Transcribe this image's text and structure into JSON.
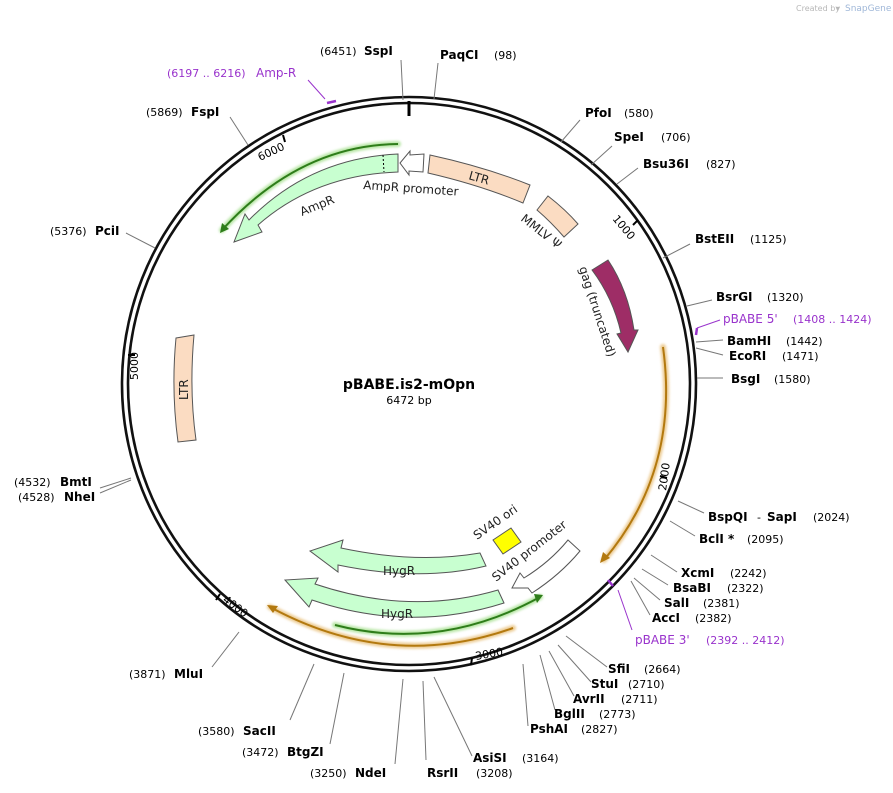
{
  "watermark": {
    "prefix": "Created by",
    "brand": "SnapGene"
  },
  "plasmid": {
    "name": "pBABE.is2-mOpn",
    "size_label": "6472 bp"
  },
  "enzymes": [
    {
      "name": "SspI",
      "pos": "(6451)"
    },
    {
      "name": "PaqCI",
      "pos": "(98)"
    },
    {
      "name": "PfoI",
      "pos": "(580)"
    },
    {
      "name": "SpeI",
      "pos": "(706)"
    },
    {
      "name": "Bsu36I",
      "pos": "(827)"
    },
    {
      "name": "BstEII",
      "pos": "(1125)"
    },
    {
      "name": "BsrGI",
      "pos": "(1320)"
    },
    {
      "name": "BamHI",
      "pos": "(1442)"
    },
    {
      "name": "EcoRI",
      "pos": "(1471)"
    },
    {
      "name": "BsgI",
      "pos": "(1580)"
    },
    {
      "name": "BspQI",
      "pos": "(2024)"
    },
    {
      "name": "SapI",
      "pos": ""
    },
    {
      "name": "BclI *",
      "pos": "(2095)"
    },
    {
      "name": "XcmI",
      "pos": "(2242)"
    },
    {
      "name": "BsaBI",
      "pos": "(2322)"
    },
    {
      "name": "SalI",
      "pos": "(2381)"
    },
    {
      "name": "AccI",
      "pos": "(2382)"
    },
    {
      "name": "SfiI",
      "pos": "(2664)"
    },
    {
      "name": "StuI",
      "pos": "(2710)"
    },
    {
      "name": "AvrII",
      "pos": "(2711)"
    },
    {
      "name": "BglII",
      "pos": "(2773)"
    },
    {
      "name": "PshAI",
      "pos": "(2827)"
    },
    {
      "name": "AsiSI",
      "pos": "(3164)"
    },
    {
      "name": "RsrII",
      "pos": "(3208)"
    },
    {
      "name": "NdeI",
      "pos": "(3250)"
    },
    {
      "name": "BtgZI",
      "pos": "(3472)"
    },
    {
      "name": "SacII",
      "pos": "(3580)"
    },
    {
      "name": "MluI",
      "pos": "(3871)"
    },
    {
      "name": "BmtI",
      "pos": "(4532)"
    },
    {
      "name": "NheI",
      "pos": "(4528)"
    },
    {
      "name": "PciI",
      "pos": "(5376)"
    },
    {
      "name": "FspI",
      "pos": "(5869)"
    }
  ],
  "bspqi_dash": "-",
  "primers": [
    {
      "name": "Amp-R",
      "range": "(6197 .. 6216)"
    },
    {
      "name": "pBABE 5'",
      "range": "(1408 .. 1424)"
    },
    {
      "name": "pBABE 3'",
      "range": "(2392 .. 2412)"
    }
  ],
  "features": [
    {
      "name": "LTR"
    },
    {
      "name": "MMLV Ψ"
    },
    {
      "name": "gag (truncated)"
    },
    {
      "name": "SV40 ori"
    },
    {
      "name": "SV40 promoter"
    },
    {
      "name": "HygR"
    },
    {
      "name": "HygR"
    },
    {
      "name": "LTR"
    },
    {
      "name": "AmpR"
    },
    {
      "name": "AmpR promoter"
    }
  ],
  "ticks": [
    "1000",
    "2000",
    "3000",
    "4000",
    "5000",
    "6000"
  ],
  "colors": {
    "ltr": "#fbdcc2",
    "gag": "#9e2d66",
    "sv40_ori": "#ffff00",
    "hygr": "#c8ffd0",
    "ampr": "#c8ffd0",
    "promoter": "#ffffff",
    "orf_orange": "#d79b2b",
    "orf_green": "#2e7d1a",
    "primer": "#9933cc"
  }
}
